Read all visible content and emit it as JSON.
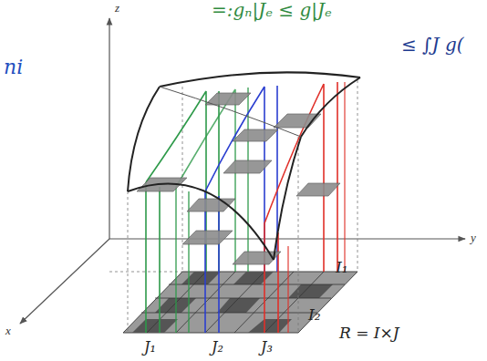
{
  "diagram": {
    "labels": [
      "=:gₙ|Jₑ ≤ g|Jₑ",
      "≤ ∫J g(",
      "ni",
      "z",
      "y",
      "x",
      "I₁",
      "I₂",
      "R = I×J",
      "J₁",
      "J₂",
      "J₃"
    ]
  }
}
